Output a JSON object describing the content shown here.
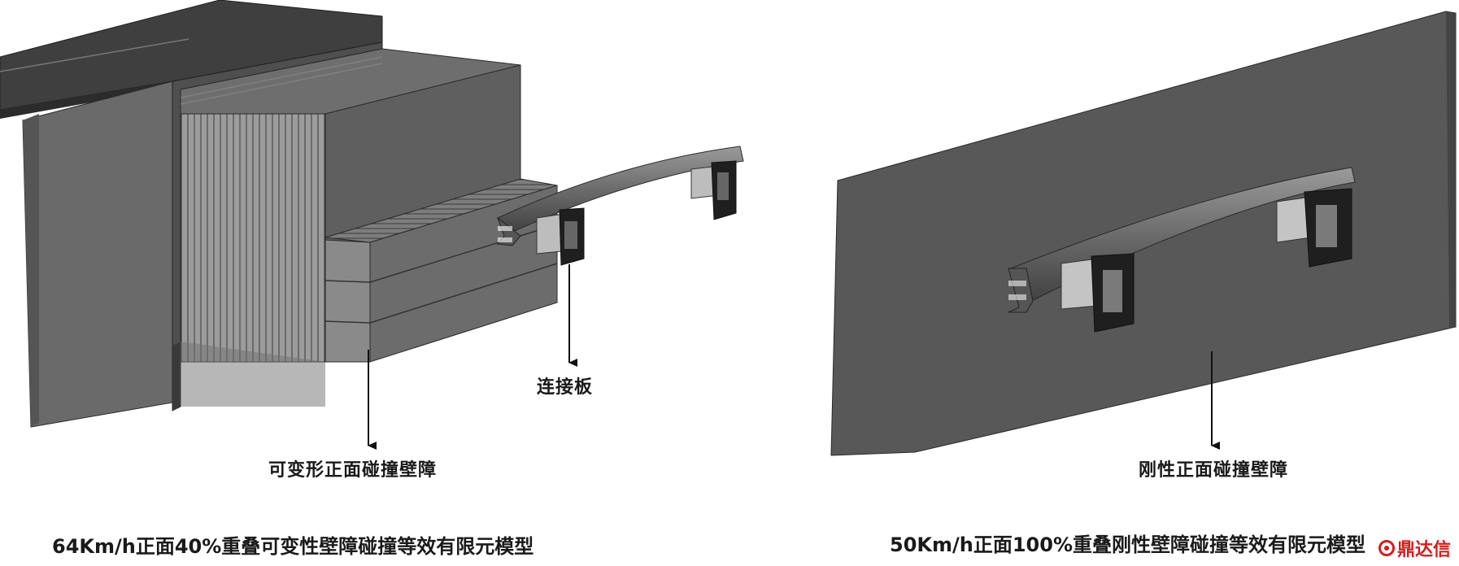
{
  "left_model": {
    "pointer_label_connector": "连接板",
    "pointer_label_barrier": "可变形正面碰撞壁障",
    "caption": "64Km/h正面40%重叠可变性壁障碰撞等效有限元模型"
  },
  "right_model": {
    "pointer_label_barrier": "刚性正面碰撞壁障",
    "caption": "50Km/h正面100%重叠刚性壁障碰撞等效有限元模型"
  },
  "watermark": "鼎达信",
  "colors": {
    "barrier_dark": "#585858",
    "barrier_mid": "#6e6e6e",
    "barrier_light": "#8a8a8a",
    "honeycomb": "#9a9a9a",
    "beam": "#7a7a7a",
    "bracket": "#2b2b2b",
    "arrow": "#111111"
  }
}
